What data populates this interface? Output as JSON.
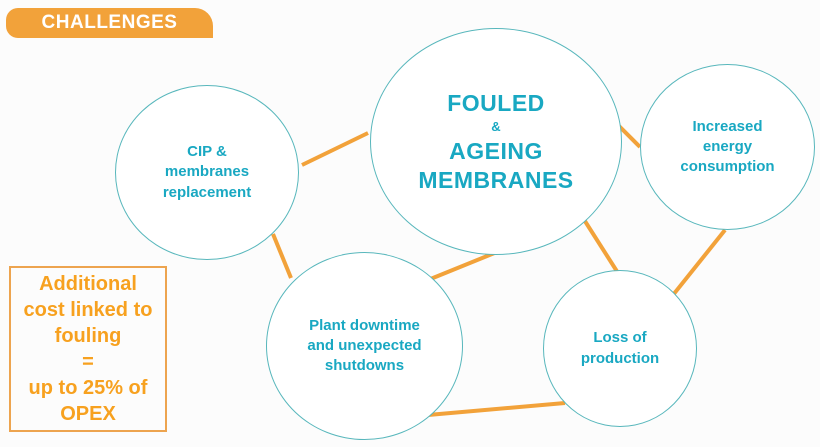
{
  "colors": {
    "orange": "#F2A23A",
    "orange_text": "#F7A11F",
    "teal_text": "#19A8C2",
    "circle_border": "#58B7BC",
    "badge_text": "#FFFFFF",
    "background": "#FCFCFC",
    "circle_fill": "#FFFFFF"
  },
  "badge": {
    "label": "CHALLENGES"
  },
  "center_bubble": {
    "line1": "FOULED",
    "amp": "&",
    "line2": "AGEING\nMEMBRANES"
  },
  "bubbles": [
    {
      "id": "cip-membranes-replacement",
      "label": "CIP &\nmembranes\nreplacement"
    },
    {
      "id": "increased-energy-consumption",
      "label": "Increased\nenergy\nconsumption"
    },
    {
      "id": "plant-downtime-shutdowns",
      "label": "Plant downtime\nand unexpected\nshutdowns"
    },
    {
      "id": "loss-of-production",
      "label": "Loss of\nproduction"
    }
  ],
  "cost_box": {
    "line1": "Additional\ncost linked to\nfouling",
    "equals": "=",
    "line2": "up to 25% of\nOPEX"
  }
}
